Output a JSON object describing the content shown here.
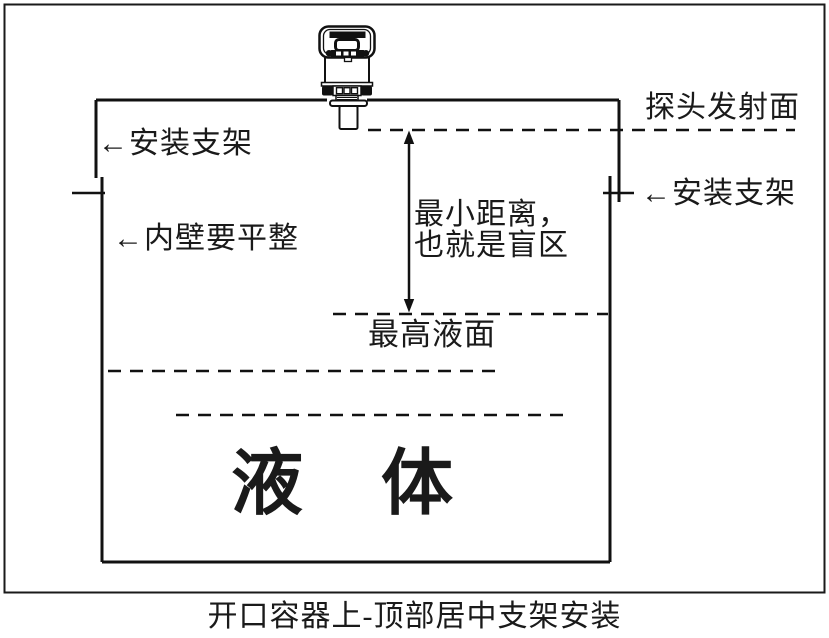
{
  "colors": {
    "ink": "#1a1a1a",
    "paper": "#ffffff"
  },
  "labels": {
    "probe_emission_face": "探头发射面",
    "bracket_left": "←安装支架",
    "bracket_right": "←安装支架",
    "inner_wall": "←内壁要平整",
    "min_distance_line1": "最小距离，",
    "min_distance_line2": "也就是盲区",
    "max_liquid_level": "最高液面",
    "liquid": "液　体",
    "caption": "开口容器上-顶部居中支架安装"
  },
  "icons": {
    "sensor": "ultrasonic-level-sensor-icon",
    "min_distance_arrow": "double-headed-vertical-arrow-icon",
    "bracket_mark_left": "bracket-tick-icon",
    "bracket_mark_right": "bracket-tick-icon"
  }
}
